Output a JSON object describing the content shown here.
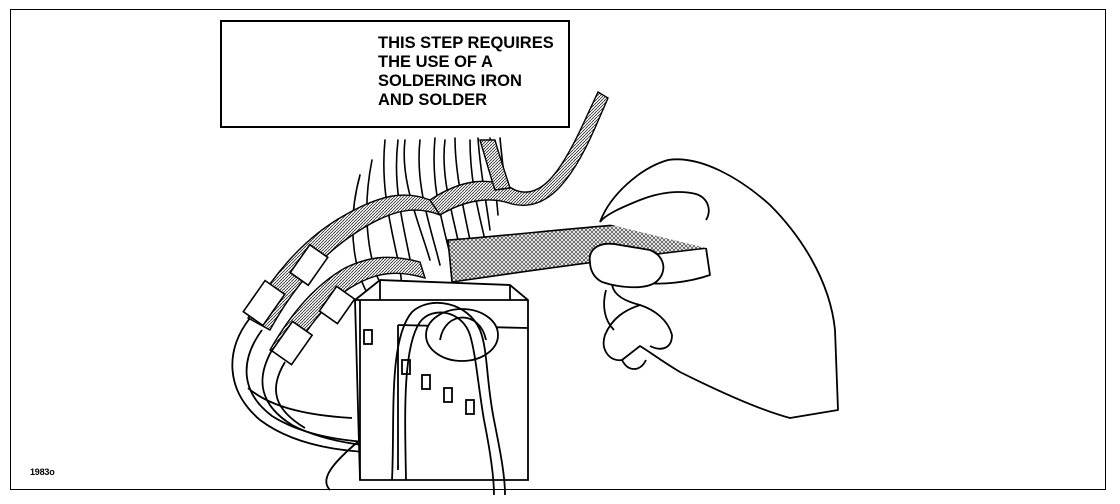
{
  "callout": {
    "icon": "soldering-iron-icon",
    "lines": [
      "THIS STEP REQUIRES",
      "THE USE OF A",
      "SOLDERING IRON",
      "AND SOLDER"
    ]
  },
  "figure_id": "1983o",
  "colors": {
    "ink": "#000000",
    "paper": "#ffffff",
    "tape": "#8a8a8a"
  }
}
